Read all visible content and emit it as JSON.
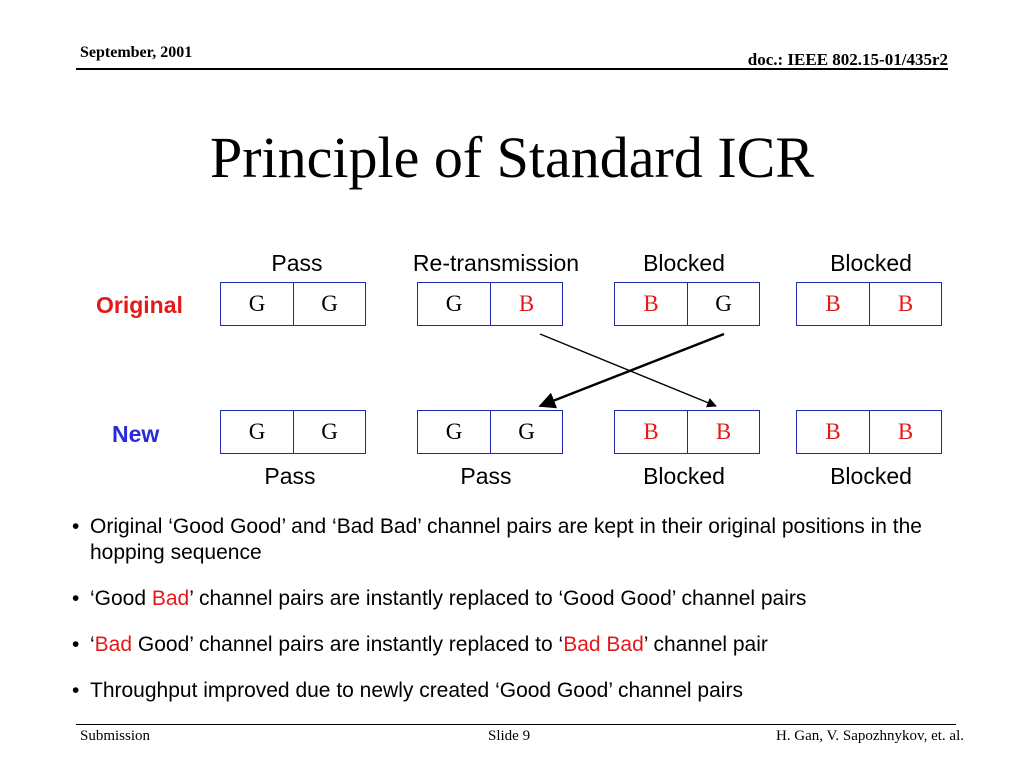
{
  "header": {
    "date": "September, 2001",
    "doc_id": "doc.: IEEE 802.15-01/435r2"
  },
  "title": "Principle of Standard ICR",
  "diagram": {
    "original_label": "Original",
    "new_label": "New",
    "top_labels": [
      "Pass",
      "Re-transmission",
      "Blocked",
      "Blocked"
    ],
    "bottom_labels": [
      "Pass",
      "Pass",
      "Blocked",
      "Blocked"
    ],
    "original_pairs": [
      [
        "G",
        "G"
      ],
      [
        "G",
        "B"
      ],
      [
        "B",
        "G"
      ],
      [
        "B",
        "B"
      ]
    ],
    "new_pairs": [
      [
        "G",
        "G"
      ],
      [
        "G",
        "G"
      ],
      [
        "B",
        "B"
      ],
      [
        "B",
        "B"
      ]
    ]
  },
  "bullets": [
    {
      "parts": [
        {
          "text": "Original ‘Good Good’ and ‘Bad Bad’ channel pairs are kept in their original positions in the hopping sequence",
          "color": ""
        }
      ]
    },
    {
      "parts": [
        {
          "text": "‘Good ",
          "color": ""
        },
        {
          "text": "Bad",
          "color": "#e41a1a"
        },
        {
          "text": "’ channel pairs are instantly replaced to ‘Good Good’ channel pairs",
          "color": ""
        }
      ]
    },
    {
      "parts": [
        {
          "text": "‘",
          "color": ""
        },
        {
          "text": "Bad",
          "color": "#e41a1a"
        },
        {
          "text": " Good’ channel pairs are instantly replaced to ‘",
          "color": ""
        },
        {
          "text": "Bad Bad",
          "color": "#e41a1a"
        },
        {
          "text": "’ channel pair",
          "color": ""
        }
      ]
    },
    {
      "parts": [
        {
          "text": "Throughput improved due to newly created ‘Good Good’ channel pairs",
          "color": ""
        }
      ]
    }
  ],
  "footer": {
    "left": "Submission",
    "center": "Slide 9",
    "right": "H. Gan, V. Sapozhnykov, et. al."
  },
  "colors": {
    "red": "#e41a1a",
    "blue_label": "#2b2bd6",
    "box_border": "#1f2aa8"
  }
}
